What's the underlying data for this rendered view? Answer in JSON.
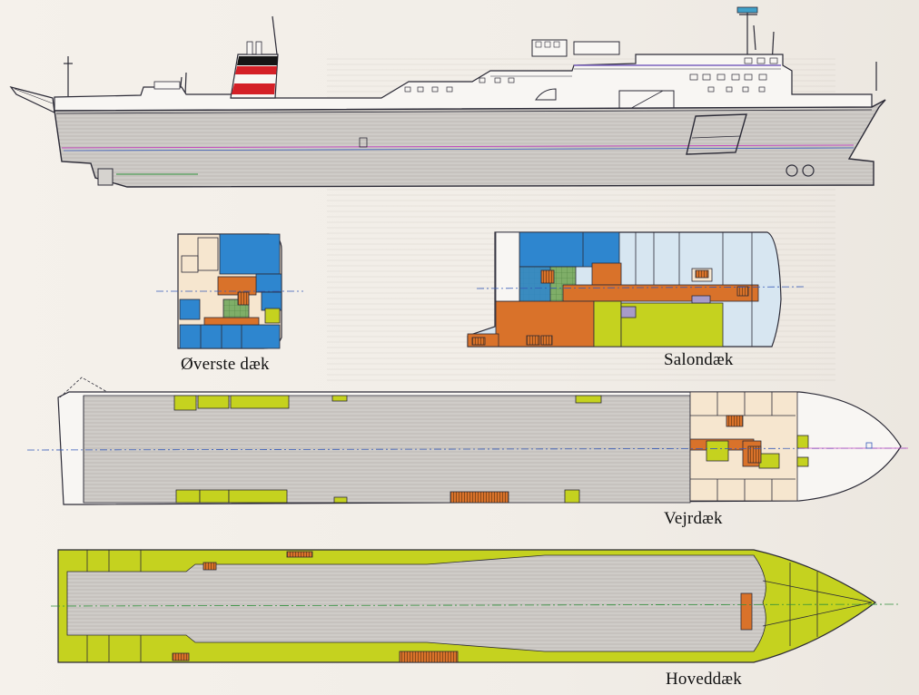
{
  "labels": {
    "top_deck": "Øverste dæk",
    "salon_deck": "Salondæk",
    "weather_deck": "Vejrdæk",
    "main_deck": "Hoveddæk"
  },
  "colors": {
    "hull_gray": "#c9c7c4",
    "hatch_gray": "#d6d3cf",
    "blue": "#2e86cf",
    "light_blue": "#d7e6f1",
    "orange": "#d9722a",
    "yellow_green": "#c5d21f",
    "cream": "#f6e6cf",
    "green": "#6fa15a",
    "purple": "#a89bc8",
    "funnel_red": "#d42027",
    "outline": "#2b2a36",
    "centerline": "#3559b8"
  }
}
